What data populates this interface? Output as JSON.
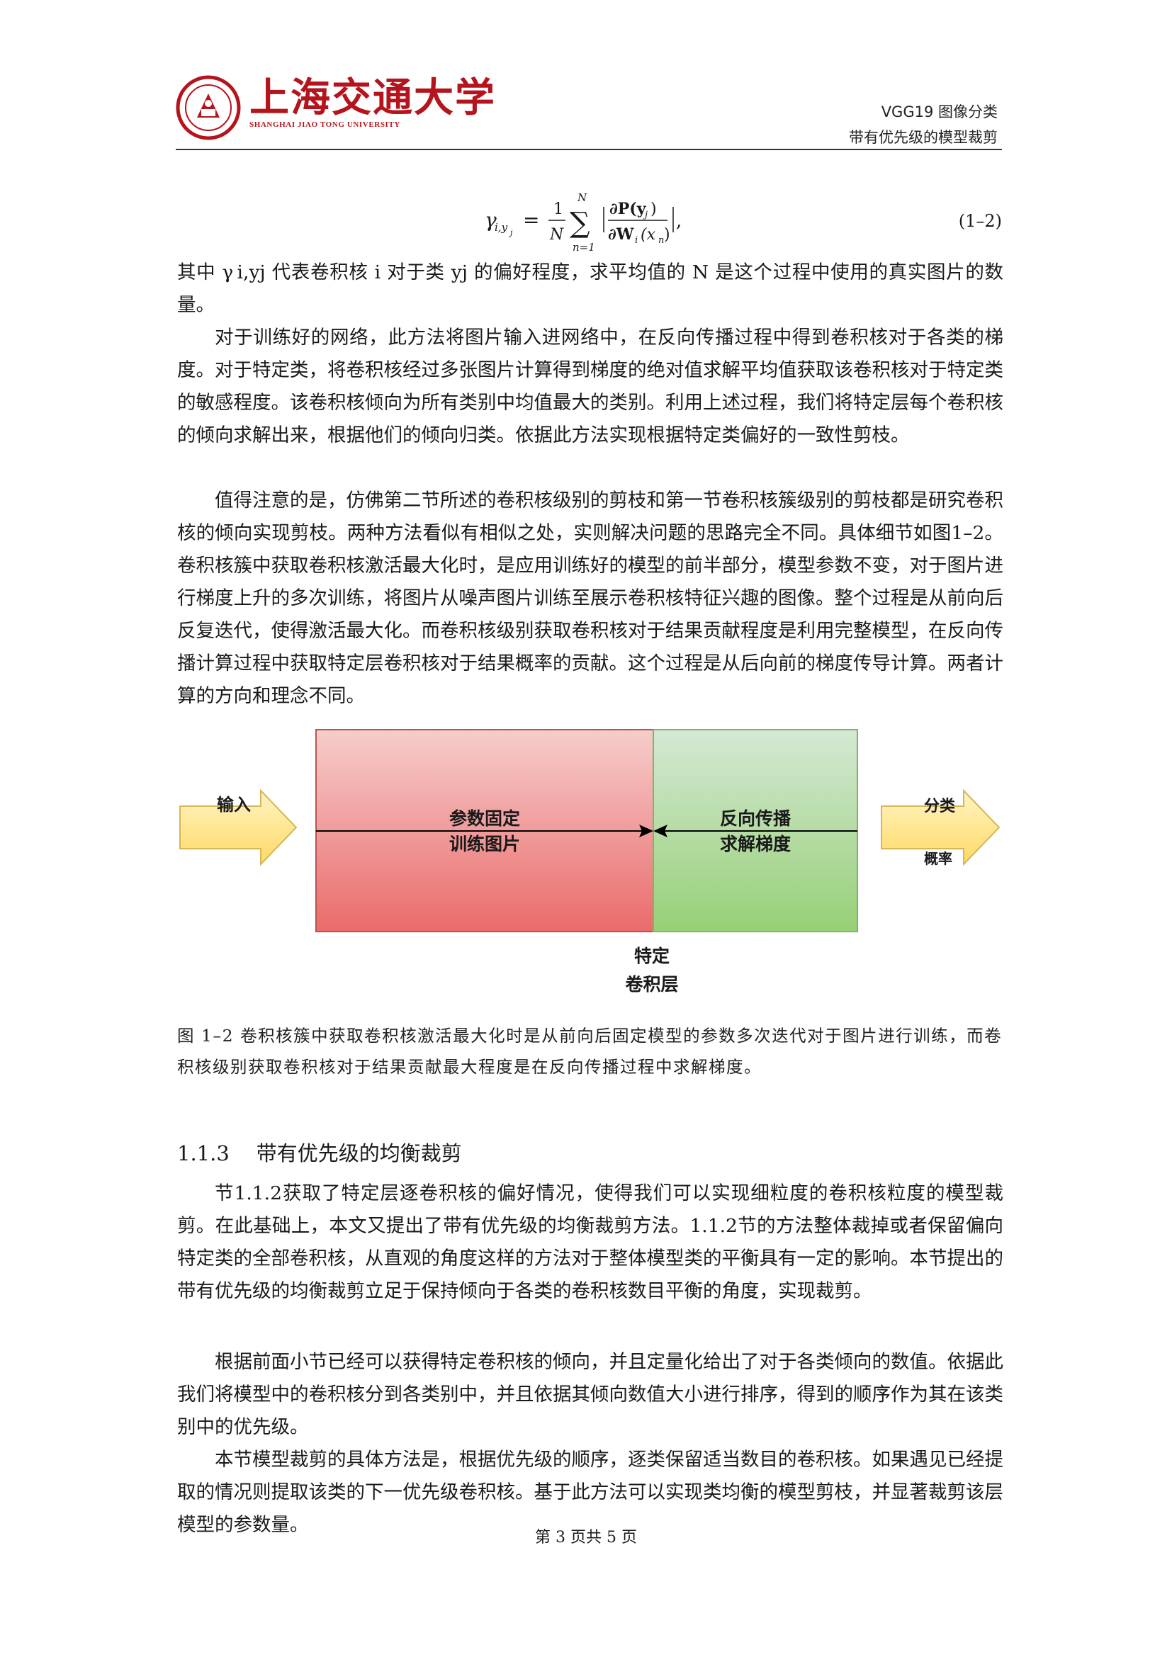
{
  "header": {
    "logo_cn": "上海交通大学",
    "logo_en": "SHANGHAI JIAO TONG UNIVERSITY",
    "right_line1": "VGG19 图像分类",
    "right_line2": "带有优先级的模型裁剪"
  },
  "equation": {
    "lhs": "γ",
    "lhs_sub": "i,y",
    "lhs_subsub": "j",
    "frac1_num": "1",
    "frac1_den": "N",
    "sum_upper": "N",
    "sum_lower": "n=1",
    "frac2_num": "∂P(y",
    "frac2_num_sub": "j",
    "frac2_den": "∂W",
    "frac2_den_sub": "i",
    "frac2_den_arg": "(x",
    "frac2_den_argsub": "n",
    "number": "(1–2)"
  },
  "paragraphs": {
    "p1": "其中 γ i,yj 代表卷积核 i 对于类 yj 的偏好程度，求平均值的 N 是这个过程中使用的真实图片的数量。",
    "p2": "对于训练好的网络，此方法将图片输入进网络中，在反向传播过程中得到卷积核对于各类的梯度。对于特定类，将卷积核经过多张图片计算得到梯度的绝对值求解平均值获取该卷积核对于特定类的敏感程度。该卷积核倾向为所有类别中均值最大的类别。利用上述过程，我们将特定层每个卷积核的倾向求解出来，根据他们的倾向归类。依据此方法实现根据特定类偏好的一致性剪枝。",
    "p3": "值得注意的是，仿佛第二节所述的卷积核级别的剪枝和第一节卷积核簇级别的剪枝都是研究卷积核的倾向实现剪枝。两种方法看似有相似之处，实则解决问题的思路完全不同。具体细节如图1–2。卷积核簇中获取卷积核激活最大化时，是应用训练好的模型的前半部分，模型参数不变，对于图片进行梯度上升的多次训练，将图片从噪声图片训练至展示卷积核特征兴趣的图像。整个过程是从前向后反复迭代，使得激活最大化。而卷积核级别获取卷积核对于结果贡献程度是利用完整模型，在反向传播计算过程中获取特定层卷积核对于结果概率的贡献。这个过程是从后向前的梯度传导计算。两者计算的方向和理念不同。",
    "p4": "节1.1.2获取了特定层逐卷积核的偏好情况，使得我们可以实现细粒度的卷积核粒度的模型裁剪。在此基础上，本文又提出了带有优先级的均衡裁剪方法。1.1.2节的方法整体裁掉或者保留偏向特定类的全部卷积核，从直观的角度这样的方法对于整体模型类的平衡具有一定的影响。本节提出的带有优先级的均衡裁剪立足于保持倾向于各类的卷积核数目平衡的角度，实现裁剪。",
    "p5": "根据前面小节已经可以获得特定卷积核的倾向，并且定量化给出了对于各类倾向的数值。依据此我们将模型中的卷积核分到各类别中，并且依据其倾向数值大小进行排序，得到的顺序作为其在该类别中的优先级。",
    "p6": "本节模型裁剪的具体方法是，根据优先级的顺序，逐类保留适当数目的卷积核。如果遇见已经提取的情况则提取该类的下一优先级卷积核。基于此方法可以实现类均衡的模型剪枝，并显著裁剪该层模型的参数量。"
  },
  "figure": {
    "input_label": "输入",
    "red_line1": "参数固定",
    "red_line2": "训练图片",
    "green_line1": "反向传播",
    "green_line2": "求解梯度",
    "output_line1": "分类",
    "output_line2": "概率",
    "layer_line1": "特定",
    "layer_line2": "卷积层",
    "red_color": "#ea6b6a",
    "green_color": "#97d077",
    "arrow_color": "#fbe3a0"
  },
  "caption": {
    "text": "图 1–2  卷积核簇中获取卷积核激活最大化时是从前向后固定模型的参数多次迭代对于图片进行训练，而卷积核级别获取卷积核对于结果贡献最大程度是在反向传播过程中求解梯度。"
  },
  "section": {
    "number": "1.1.3",
    "title": "带有优先级的均衡裁剪"
  },
  "footer": {
    "text": "第 3 页共 5 页"
  }
}
